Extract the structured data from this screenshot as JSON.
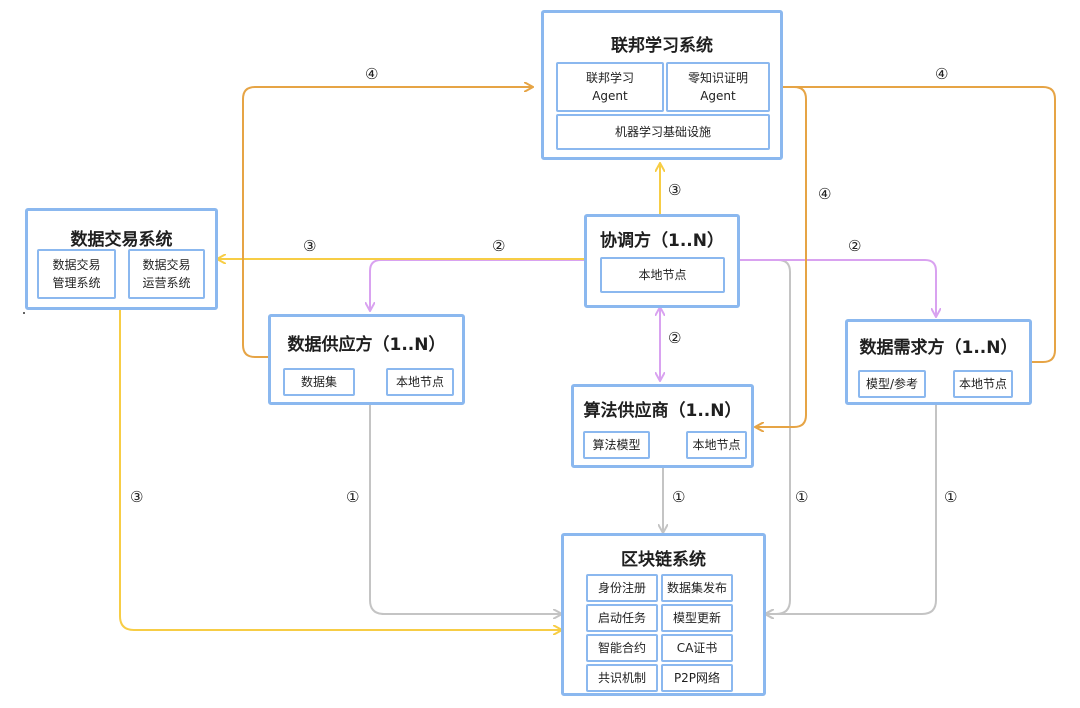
{
  "federated": {
    "title": "联邦学习系统",
    "fl_agent": "联邦学习\nAgent",
    "zk_agent": "零知识证明\nAgent",
    "ml_infra": "机器学习基础设施"
  },
  "exchange": {
    "title": "数据交易系统",
    "mgmt": "数据交易\n管理系统",
    "ops": "数据交易\n运营系统"
  },
  "coordinator": {
    "title": "协调方（1..N）",
    "node": "本地节点"
  },
  "supplier": {
    "title": "数据供应方（1..N）",
    "dataset": "数据集",
    "node": "本地节点"
  },
  "demander": {
    "title": "数据需求方（1..N）",
    "model": "模型/参考",
    "node": "本地节点"
  },
  "algo": {
    "title": "算法供应商（1..N）",
    "model": "算法模型",
    "node": "本地节点"
  },
  "blockchain": {
    "title": "区块链系统",
    "items": [
      "身份注册",
      "数据集发布",
      "启动任务",
      "模型更新",
      "智能合约",
      "CA证书",
      "共识机制",
      "P2P网络"
    ]
  },
  "step_labels": {
    "one": "①",
    "two": "②",
    "three": "③",
    "four": "④"
  },
  "colors": {
    "panel_border": "#8bb8ef",
    "gray_flow": "#c4c4c4",
    "purple_flow": "#d9a2f0",
    "yellow_flow": "#f7cd45",
    "orange_flow": "#e6a445"
  }
}
